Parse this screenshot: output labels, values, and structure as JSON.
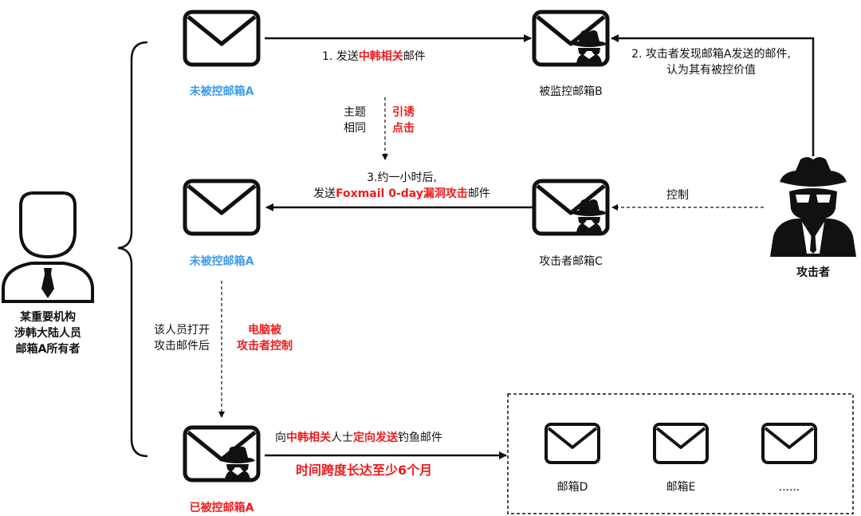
{
  "owner": {
    "label_lines": [
      "某重要机构",
      "涉韩大陆人员",
      "邮箱A所有者"
    ]
  },
  "attacker": {
    "label": "攻击者"
  },
  "mailboxes": {
    "a_top": "未被控邮箱A",
    "a_mid": "未被控邮箱A",
    "a_bottom": "已被控邮箱A",
    "b": "被监控邮箱B",
    "c": "攻击者邮箱C",
    "d": "邮箱D",
    "e": "邮箱E",
    "more": "......"
  },
  "steps": {
    "step1": {
      "prefix": "1. 发送",
      "highlight": "中韩相关",
      "suffix": "邮件"
    },
    "step2": {
      "line1": "2. 攻击者发现邮箱A发送的邮件,",
      "line2": "认为其有被控价值"
    },
    "subject_same": {
      "line1": "主题",
      "line2": "相同"
    },
    "lure": {
      "line1": "引诱",
      "line2": "点击"
    },
    "step3": {
      "line1": "3.约一小时后,",
      "line2_prefix": "发送",
      "line2_highlight": "Foxmail 0-day漏洞攻击",
      "line2_suffix": "邮件"
    },
    "control": "控制",
    "opened": {
      "line1": "该人员打开",
      "line2": "攻击邮件后"
    },
    "compromised": {
      "line1": "电脑被",
      "line2": "攻击者控制"
    },
    "phish": {
      "prefix": "向",
      "hl1": "中韩相关",
      "mid": "人士",
      "hl2": "定向发送",
      "suffix": "钓鱼邮件"
    },
    "duration": "时间跨度长达至少6个月"
  },
  "colors": {
    "red": "#ee1c1c",
    "blue": "#3d9be9",
    "ink": "#111111"
  }
}
